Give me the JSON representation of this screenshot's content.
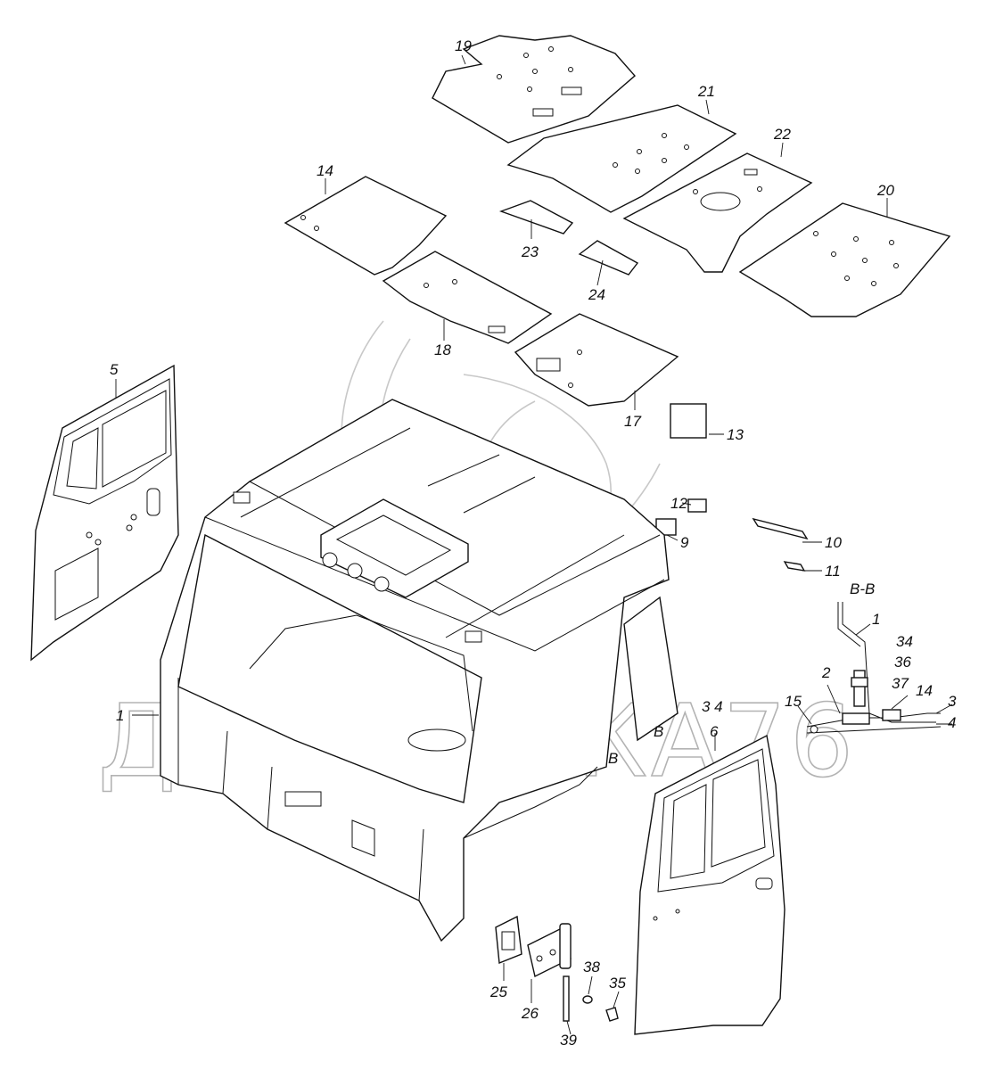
{
  "watermark": {
    "text": "ДИНАМИКА76"
  },
  "section_label": "B-B",
  "section_marker": "B",
  "callouts": [
    "19",
    "21",
    "22",
    "20",
    "14",
    "23",
    "24",
    "18",
    "17",
    "13",
    "5",
    "12",
    "9",
    "10",
    "11",
    "1",
    "2",
    "15",
    "34",
    "36",
    "37",
    "14",
    "3",
    "4",
    "3 4",
    "6",
    "25",
    "26",
    "38",
    "35",
    "39"
  ]
}
